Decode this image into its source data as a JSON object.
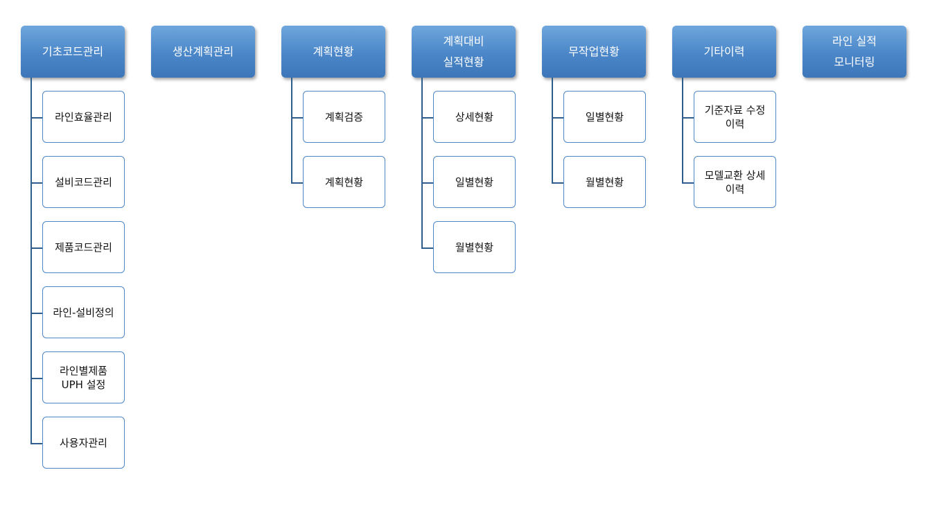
{
  "columns": [
    {
      "title_lines": [
        "기초코드관리"
      ],
      "items": [
        "라인효율관리",
        "설비코드관리",
        "제품코드관리",
        "라인-설비정의",
        "라인별제품\nUPH 설정",
        "사용자관리"
      ]
    },
    {
      "title_lines": [
        "생산계획관리"
      ],
      "items": []
    },
    {
      "title_lines": [
        "계획현황"
      ],
      "items": [
        "계획검증",
        "계획현황"
      ]
    },
    {
      "title_lines": [
        "계획대비",
        "실적현황"
      ],
      "items": [
        "상세현황",
        "일별현황",
        "월별현황"
      ]
    },
    {
      "title_lines": [
        "무작업현황"
      ],
      "items": [
        "일별현황",
        "월별현황"
      ]
    },
    {
      "title_lines": [
        "기타이력"
      ],
      "items": [
        "기준자료 수정\n이력",
        "모델교환 상세\n이력"
      ]
    },
    {
      "title_lines": [
        "라인 실적",
        "모니터링"
      ],
      "items": []
    }
  ],
  "colors": {
    "header_top": "#6fa6dc",
    "header_bottom": "#3d77b9",
    "box_border": "#4a86c8",
    "connector": "#2e5c8c"
  }
}
